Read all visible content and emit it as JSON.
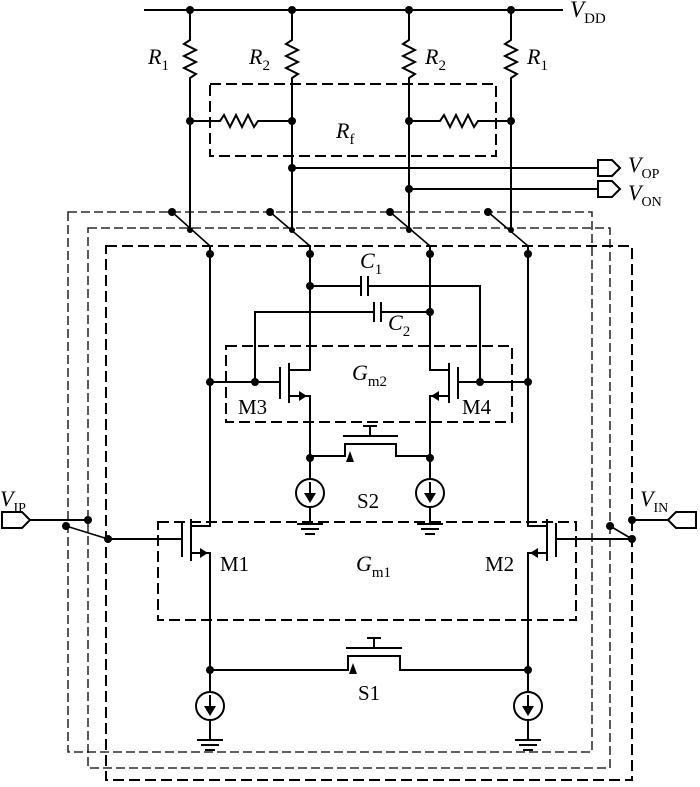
{
  "supply": {
    "vdd": "V",
    "vdd_sub": "DD"
  },
  "resistors": {
    "r1_left": {
      "main": "R",
      "sub": "1"
    },
    "r2_left": {
      "main": "R",
      "sub": "2"
    },
    "r2_right": {
      "main": "R",
      "sub": "2"
    },
    "r1_right": {
      "main": "R",
      "sub": "1"
    },
    "rf": {
      "main": "R",
      "sub": "f"
    }
  },
  "outputs": {
    "vop": {
      "main": "V",
      "sub": "OP"
    },
    "von": {
      "main": "V",
      "sub": "ON"
    }
  },
  "inputs": {
    "vip": {
      "main": "V",
      "sub": "IP"
    },
    "vin": {
      "main": "V",
      "sub": "IN"
    }
  },
  "capacitors": {
    "c1": {
      "main": "C",
      "sub": "1"
    },
    "c2": {
      "main": "C",
      "sub": "2"
    }
  },
  "blocks": {
    "gm2": {
      "main": "G",
      "sub": "m2"
    },
    "gm1": {
      "main": "G",
      "sub": "m1"
    }
  },
  "transistors": {
    "m1": "M1",
    "m2": "M2",
    "m3": "M3",
    "m4": "M4"
  },
  "switches": {
    "s1": "S1",
    "s2": "S2"
  }
}
